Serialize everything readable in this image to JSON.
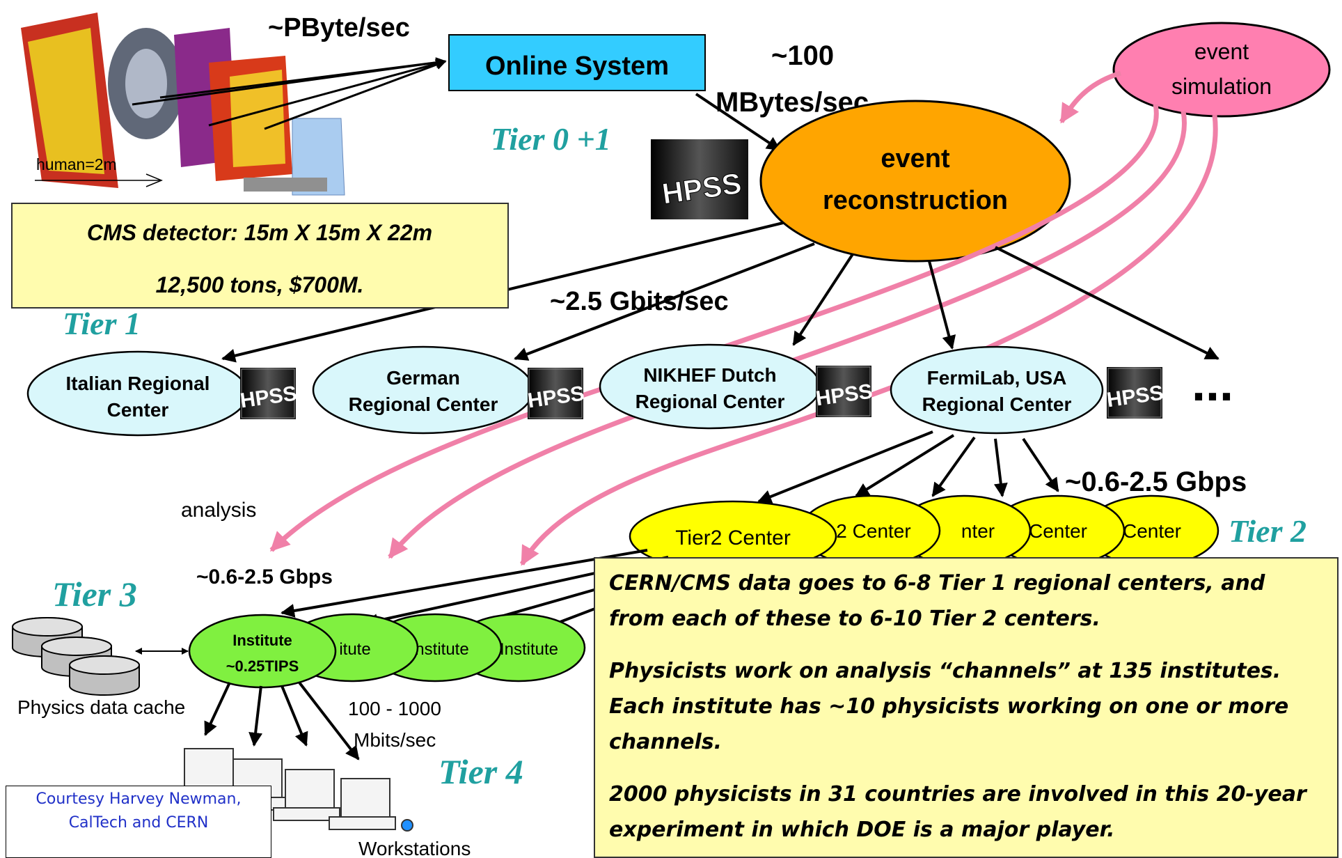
{
  "diagram": {
    "top_rate": "~PByte/sec",
    "online_system": "Online System",
    "rate_100_line1": "~100",
    "rate_100_line2": "MBytes/sec",
    "event_simulation_line1": "event",
    "event_simulation_line2": "simulation",
    "tier0": "Tier 0 +1",
    "hpss": "HPSS",
    "event_recon_line1": "event",
    "event_recon_line2": "reconstruction",
    "human_scale": "human=2m",
    "detector_line1": "CMS detector: 15m X 15m X 22m",
    "detector_line2": "12,500 tons, $700M.",
    "tier1": "Tier 1",
    "rate_2_5": "~2.5 Gbits/sec",
    "regional_centers": [
      {
        "line1": "Italian Regional",
        "line2": "Center"
      },
      {
        "line1": "German",
        "line2": "Regional Center"
      },
      {
        "line1": "NIKHEF Dutch",
        "line2": "Regional Center"
      },
      {
        "line1": "FermiLab, USA",
        "line2": "Regional Center"
      }
    ],
    "ellipsis": "...",
    "rate_tier2": "~0.6-2.5 Gbps",
    "tier2": "Tier 2",
    "tier2_centers": [
      "Tier2 Center",
      "2 Center",
      "nter",
      "Center",
      "Center"
    ],
    "analysis": "analysis",
    "rate_tier3": "~0.6-2.5 Gbps",
    "tier3": "Tier 3",
    "institute_line1": "Institute",
    "institute_line2": "~0.25TIPS",
    "institutes": [
      "itute",
      "nstitute",
      "Institute"
    ],
    "physics_cache": "Physics data cache",
    "rate_tier4_line1": "100 - 1000",
    "rate_tier4_line2": "Mbits/sec",
    "tier4": "Tier 4",
    "workstations": "Workstations",
    "courtesy_line1": "Courtesy Harvey Newman,",
    "courtesy_line2": "CalTech and CERN"
  },
  "info_box": {
    "para1": "CERN/CMS data goes to 6-8 Tier 1 regional centers, and from each of these to 6-10 Tier 2 centers.",
    "para2": "Physicists work on analysis “channels” at 135 institutes. Each institute has ~10 physicists working on one or more channels.",
    "para3": "2000 physicists in 31 countries are involved in this  20-year experiment in which DOE is a major player."
  },
  "colors": {
    "online_box": "#33ccff",
    "event_recon": "#ffa500",
    "event_sim": "#ff7fb0",
    "regional": "#d9f7fb",
    "tier2": "#ffff00",
    "institute": "#80f040",
    "pink_arrow": "#f080a8",
    "tier_label": "#20a0a0",
    "yellow_box": "#fffcae"
  }
}
